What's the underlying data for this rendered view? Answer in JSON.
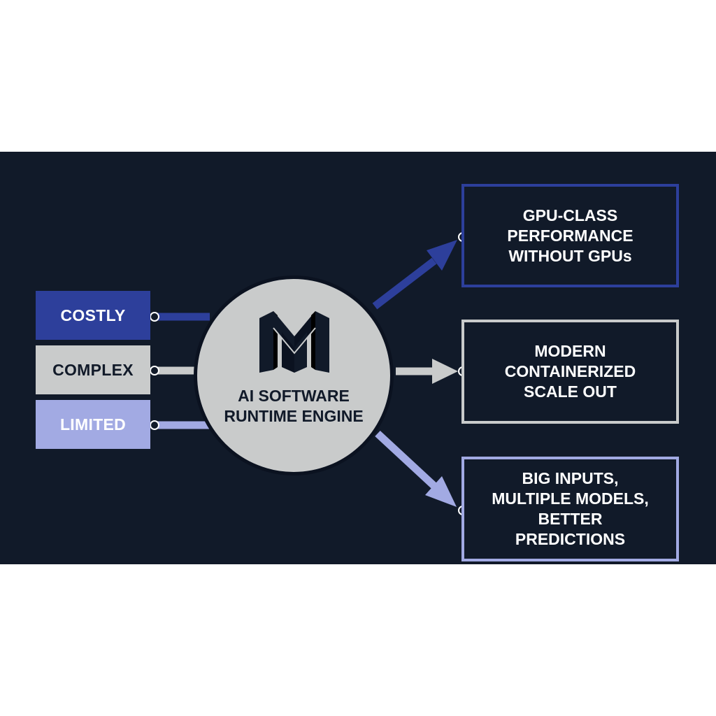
{
  "inputs": {
    "costly": "COSTLY",
    "complex": "COMPLEX",
    "limited": "LIMITED"
  },
  "engine": {
    "label": "AI SOFTWARE\nRUNTIME ENGINE",
    "logo_letter": "M"
  },
  "outputs": {
    "gpu": "GPU-CLASS\nPERFORMANCE\nWITHOUT GPUs",
    "modern": "MODERN\nCONTAINERIZED\nSCALE OUT",
    "big": "BIG INPUTS,\nMULTIPLE MODELS,\nBETTER\nPREDICTIONS"
  },
  "colors": {
    "background": "#111a29",
    "blue": "#2d3f9b",
    "gray": "#c9cbcb",
    "lavender": "#a2aae3"
  }
}
